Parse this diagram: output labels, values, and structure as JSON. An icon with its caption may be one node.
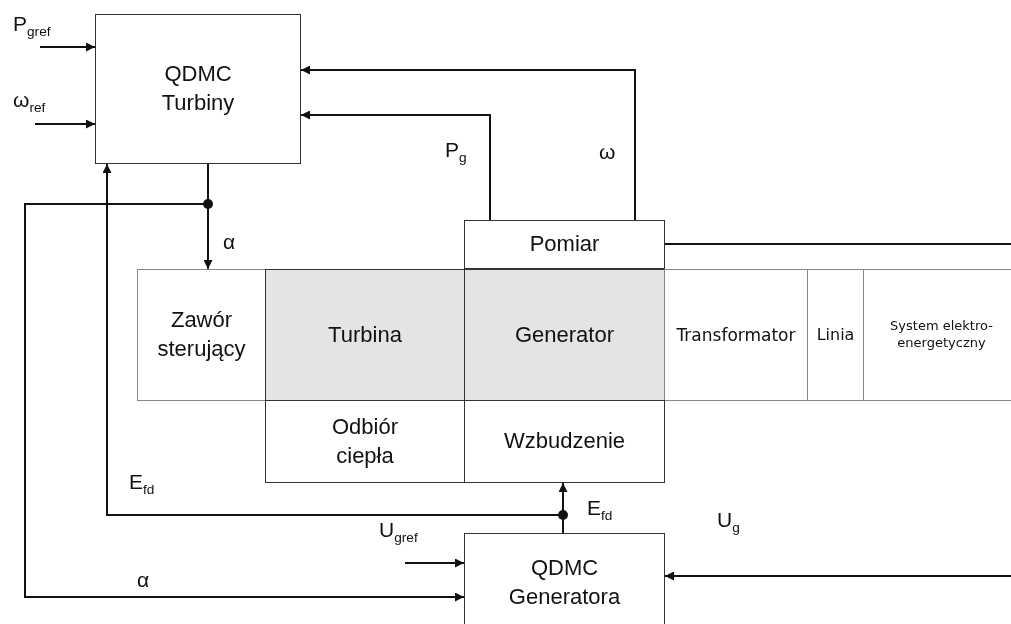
{
  "diagram": {
    "nodes": [
      {
        "text": [
          "QDMC Turbiny"
        ]
      },
      {
        "text": [
          "Pomiar"
        ]
      },
      {
        "text": [
          "Zawór sterujący"
        ]
      },
      {
        "text": [
          "Turbina"
        ]
      },
      {
        "text": [
          "Generator"
        ]
      },
      {
        "text": [
          "Transformator"
        ]
      },
      {
        "text": [
          "Linia"
        ]
      },
      {
        "text": [
          "System elektro-energetyczny"
        ]
      },
      {
        "text": [
          "Odbiór ciepła"
        ]
      },
      {
        "text": [
          "Wzbudzenie"
        ]
      },
      {
        "text": [
          "QDMC Generatora"
        ]
      }
    ],
    "edges": [
      {
        "from": null,
        "to": 0,
        "arrow": "to",
        "label": "P$_{gref}$"
      },
      {
        "from": null,
        "to": 0,
        "arrow": "to",
        "label": "ω$_{ref}$"
      },
      {
        "from": 1,
        "to": 0,
        "arrow": "to",
        "label": "ω"
      },
      {
        "from": 1,
        "to": 0,
        "arrow": "to",
        "label": "P$_{g}$"
      },
      {
        "from": 0,
        "to": 2,
        "arrow": "to",
        "label": "α"
      },
      {
        "from": 0,
        "to": 10,
        "arrow": "to",
        "label": "α"
      },
      {
        "from": 10,
        "to": 9,
        "arrow": "to",
        "label": "E$_{fd}$"
      },
      {
        "from": 10,
        "to": 0,
        "arrow": "to",
        "label": "E$_{fd}$"
      },
      {
        "from": null,
        "to": 10,
        "arrow": "to",
        "label": "U$_{gref}$"
      },
      {
        "from": 1,
        "to": null,
        "arrow": "none"
      },
      {
        "from": null,
        "to": 10,
        "arrow": "to",
        "label": "U$_{g}$"
      }
    ]
  }
}
